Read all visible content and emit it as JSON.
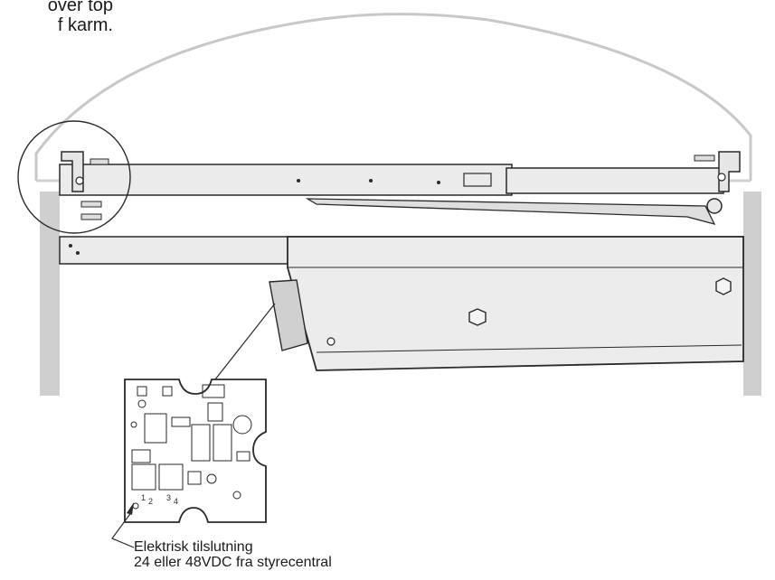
{
  "top_note": {
    "line1": "over top",
    "line2": "f karm."
  },
  "caption": {
    "line1": "Elektrisk tilslutning",
    "line2": "24 eller 48VDC fra styrecentral"
  },
  "board_labels": [
    "1",
    "2",
    "3",
    "4"
  ],
  "colors": {
    "line": "#2a2a2a",
    "frame": "#cfcfcf",
    "metal": "#ebebeb",
    "metal_dark": "#d6d6d6",
    "board": "#ffffff",
    "dome": "#c8c8c8"
  }
}
